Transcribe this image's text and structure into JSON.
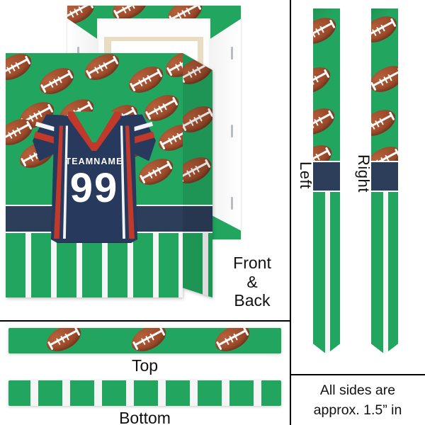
{
  "product": {
    "type": "wrapped-canvas-print-mockup",
    "design_name": "Football Jersey"
  },
  "colors": {
    "field_green": "#22a55f",
    "navy_band": "#2c3e5a",
    "jersey_navy": "#27395d",
    "jersey_red": "#c0392b",
    "stripe_white": "#f4f6f6",
    "football_brown": "#9d4b2b",
    "text_black": "#111111",
    "page_background": "#ffffff"
  },
  "artwork": {
    "team_name": "TEAMNAME",
    "jersey_number": "99",
    "football_count_front": 14,
    "football_count_top_strip": 3,
    "vertical_stripe_count_front": 8,
    "vertical_stripe_count_bottom_strip": 9
  },
  "panels": {
    "main": {
      "name": "front-and-back-panel",
      "caption": "Front\n&\nBack",
      "caption_lines": [
        "Front",
        "&",
        "Back"
      ]
    },
    "sides": {
      "name": "left-right-sides-panel",
      "left_label": "Left",
      "right_label": "Right"
    },
    "top_bottom": {
      "name": "top-bottom-panel",
      "top_label": "Top",
      "bottom_label": "Bottom"
    },
    "note": {
      "name": "depth-note-panel",
      "line1": "All sides are",
      "line2": "approx. 1.5” in"
    }
  },
  "icons": {
    "football": "football-icon",
    "jersey": "jersey-icon",
    "canvas_box": "canvas-box-icon"
  }
}
